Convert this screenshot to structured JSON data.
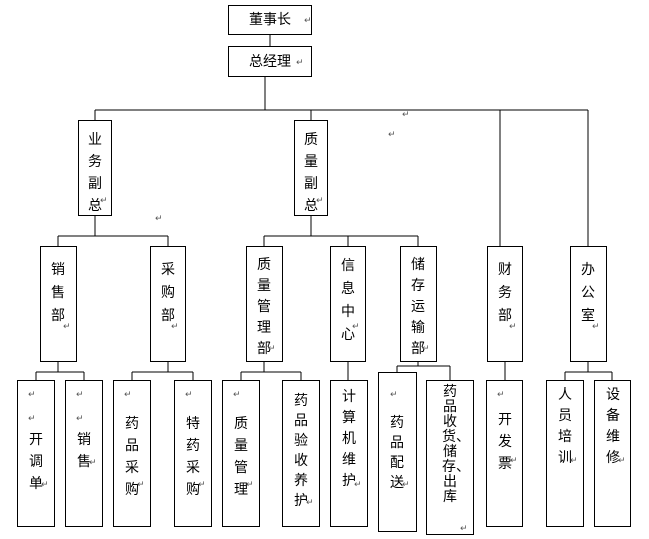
{
  "mark": "↵",
  "nodes": [
    {
      "id": "chairman",
      "label": "董事长",
      "vertical": false
    },
    {
      "id": "general-manager",
      "label": "总经理",
      "vertical": false
    },
    {
      "id": "business-vp",
      "label": "业务副总",
      "vertical": true
    },
    {
      "id": "quality-vp",
      "label": "质量副总",
      "vertical": true
    },
    {
      "id": "finance-dept",
      "label": "财务部",
      "vertical": true
    },
    {
      "id": "office",
      "label": "办公室",
      "vertical": true
    },
    {
      "id": "sales-dept",
      "label": "销售部",
      "vertical": true
    },
    {
      "id": "purchasing-dept",
      "label": "采购部",
      "vertical": true
    },
    {
      "id": "quality-mgmt-dept",
      "label": "质量管理部",
      "vertical": true
    },
    {
      "id": "info-center",
      "label": "信息中心",
      "vertical": true
    },
    {
      "id": "storage-transport-dept",
      "label": "储存运输部",
      "vertical": true
    },
    {
      "id": "invoicing",
      "label": "开调单",
      "vertical": true
    },
    {
      "id": "sales",
      "label": "销售",
      "vertical": true
    },
    {
      "id": "drug-purchasing",
      "label": "药品采购",
      "vertical": true
    },
    {
      "id": "special-drug-purchasing",
      "label": "特药采购",
      "vertical": true
    },
    {
      "id": "quality-management",
      "label": "质量管理",
      "vertical": true
    },
    {
      "id": "drug-inspection-care",
      "label": "药品验收养护",
      "vertical": true
    },
    {
      "id": "computer-maintenance",
      "label": "计算机维护",
      "vertical": true
    },
    {
      "id": "drug-distribution",
      "label": "药品配送",
      "vertical": true
    },
    {
      "id": "receiving-storage-outbound",
      "label": "药品收货、储存、出库",
      "vertical": true
    },
    {
      "id": "issue-invoice",
      "label": "开发票",
      "vertical": true
    },
    {
      "id": "personnel-training",
      "label": "人员培训",
      "vertical": true
    },
    {
      "id": "equipment-maintenance",
      "label": "设备维修",
      "vertical": true
    }
  ]
}
